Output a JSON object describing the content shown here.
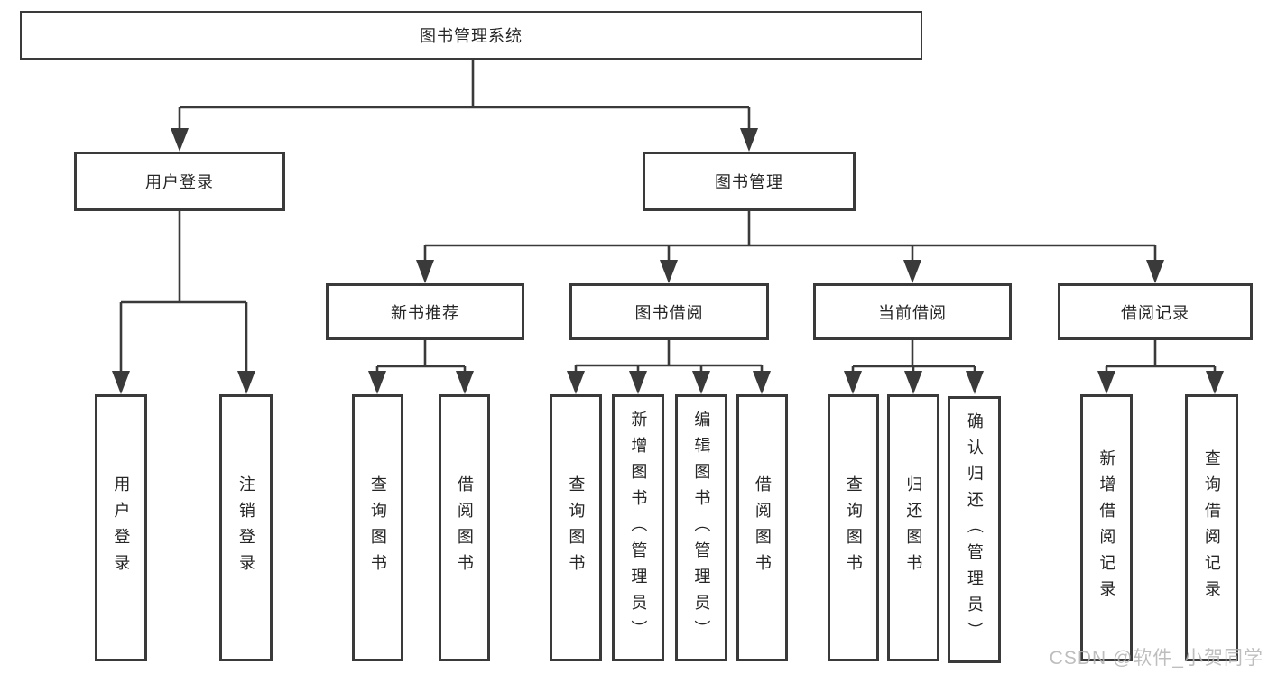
{
  "colors": {
    "line": "#3a3a3a",
    "text": "#262626",
    "box-fill": "#ffffff",
    "watermark": "#b3b3b3"
  },
  "diagram": {
    "root": {
      "label": "图书管理系统"
    },
    "level2": [
      {
        "label": "用户登录"
      },
      {
        "label": "图书管理"
      }
    ],
    "level3": [
      {
        "label": "新书推荐"
      },
      {
        "label": "图书借阅"
      },
      {
        "label": "当前借阅"
      },
      {
        "label": "借阅记录"
      }
    ],
    "leaves": [
      {
        "label": "用户登录"
      },
      {
        "label": "注销登录"
      },
      {
        "label": "查询图书"
      },
      {
        "label": "借阅图书"
      },
      {
        "label": "查询图书"
      },
      {
        "label": "新增图书（管理员）"
      },
      {
        "label": "编辑图书（管理员）"
      },
      {
        "label": "借阅图书"
      },
      {
        "label": "查询图书"
      },
      {
        "label": "归还图书"
      },
      {
        "label": "确认归还（管理员）"
      },
      {
        "label": "新增借阅记录"
      },
      {
        "label": "查询借阅记录"
      }
    ]
  },
  "watermark": {
    "text": "CSDN @软件_小贺同学"
  }
}
